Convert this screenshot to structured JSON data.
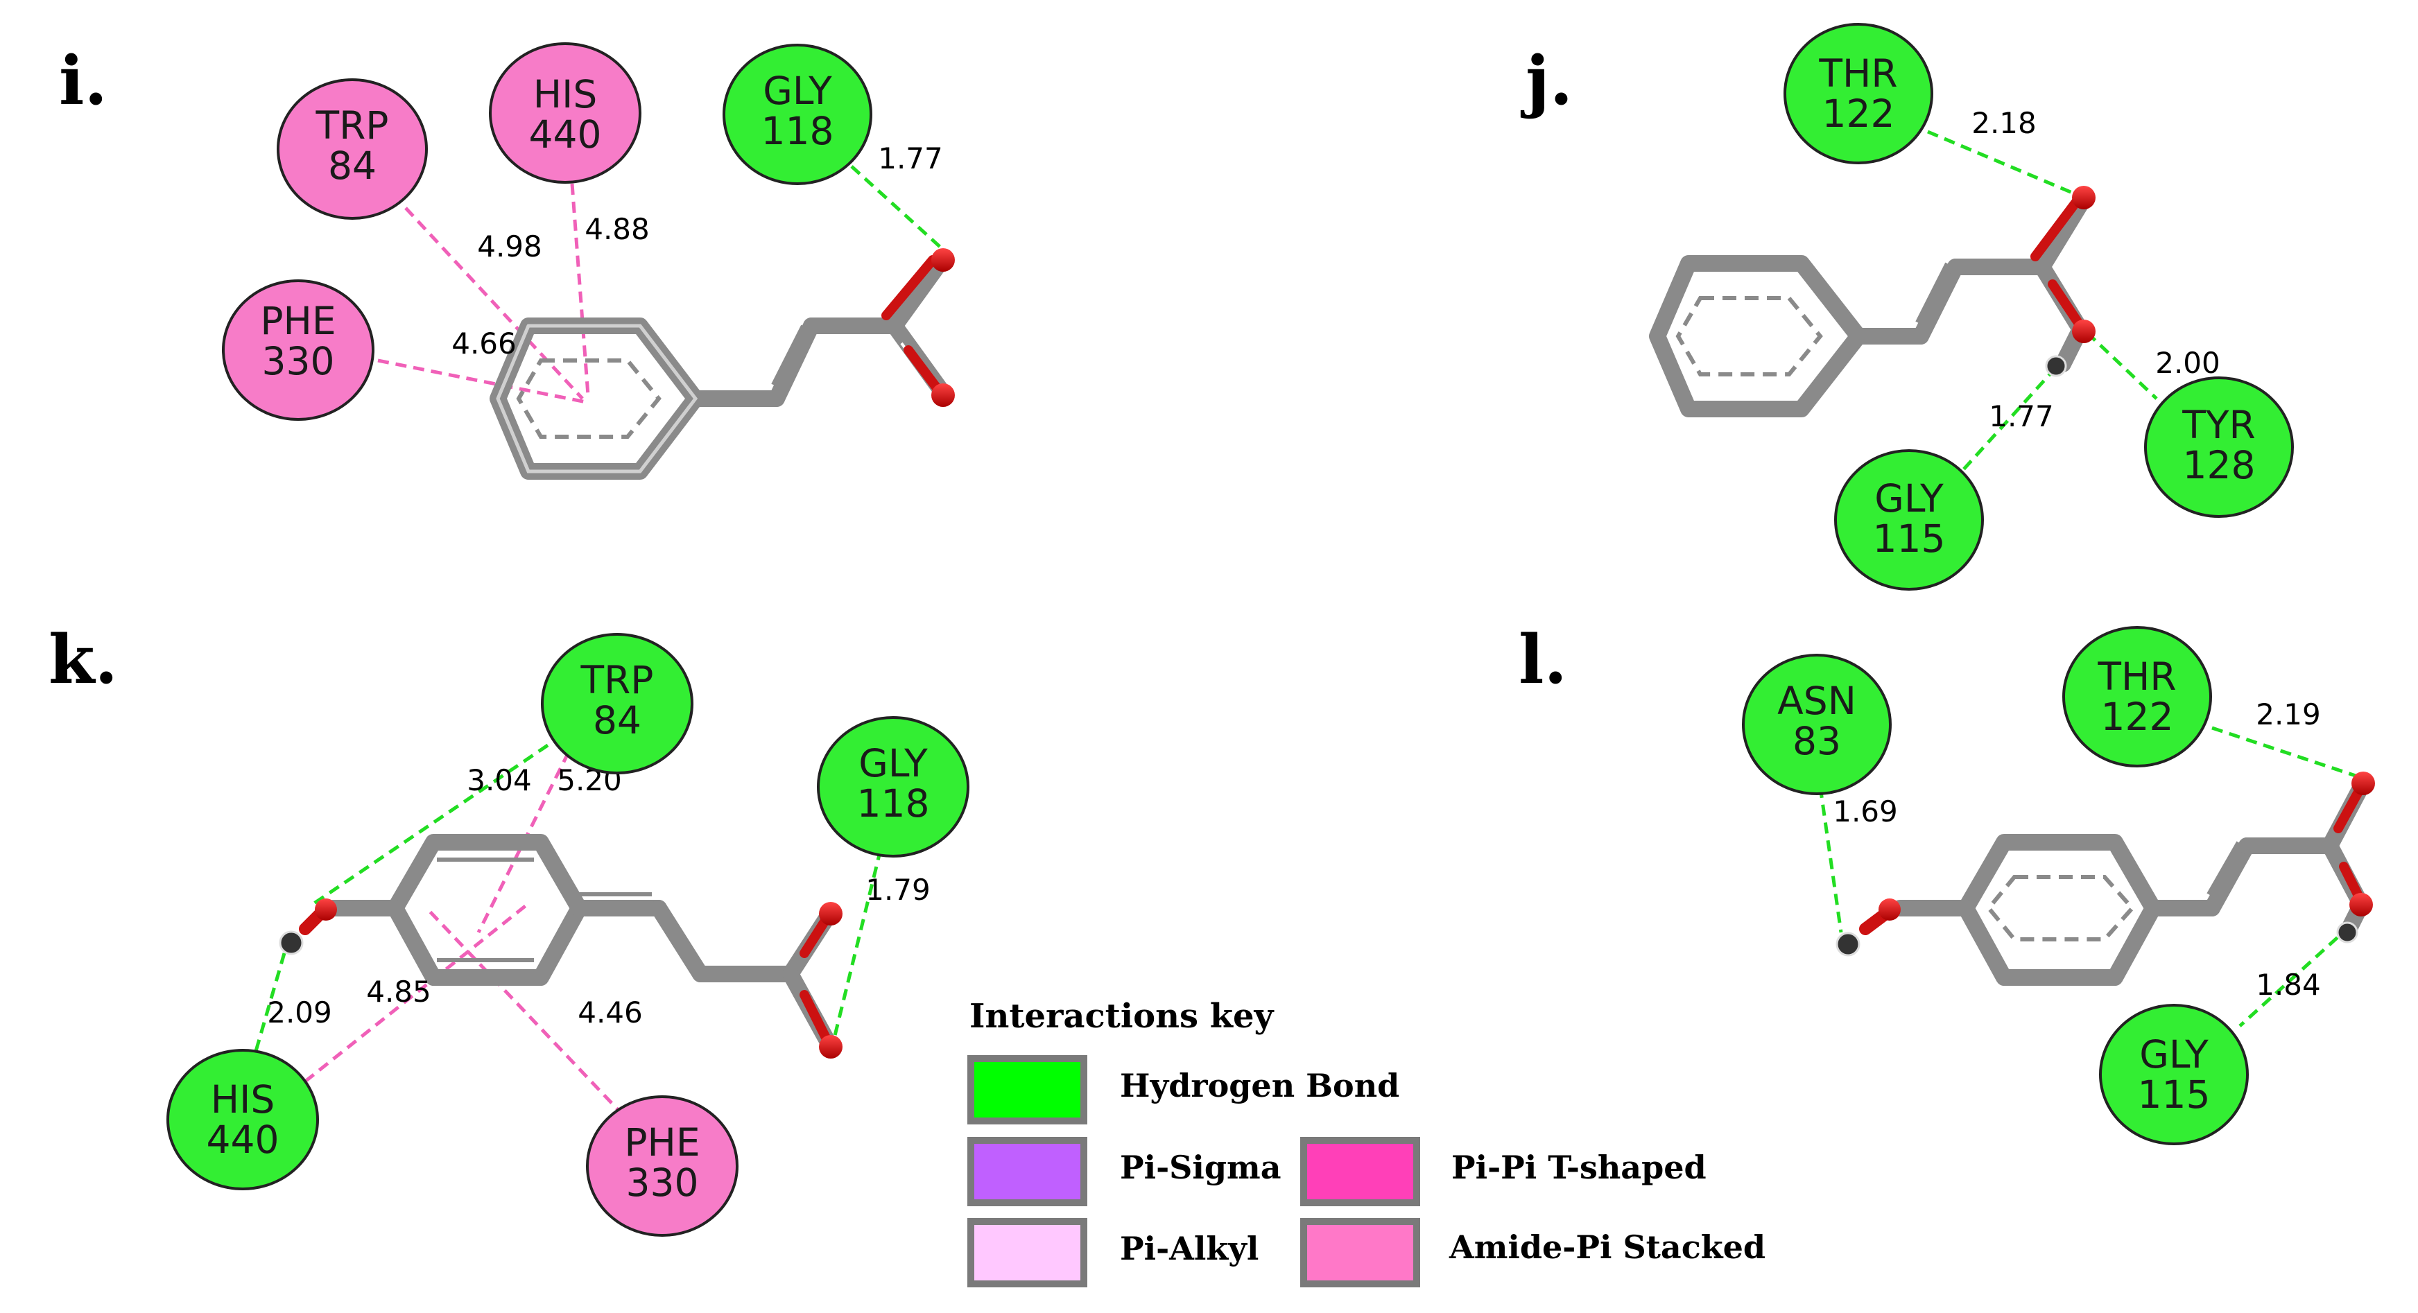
{
  "panels": {
    "i": {
      "label": "i.",
      "residues": [
        {
          "id": "trp84",
          "name": "TRP",
          "num": "84",
          "type": "pi_pi_t_shaped"
        },
        {
          "id": "his440",
          "name": "HIS",
          "num": "440",
          "type": "pi_pi_t_shaped"
        },
        {
          "id": "gly118",
          "name": "GLY",
          "num": "118",
          "type": "hydrogen_bond"
        },
        {
          "id": "phe330",
          "name": "PHE",
          "num": "330",
          "type": "pi_pi_t_shaped"
        }
      ],
      "distances": [
        "4.98",
        "4.88",
        "4.66",
        "1.77"
      ]
    },
    "j": {
      "label": "j.",
      "residues": [
        {
          "id": "thr122",
          "name": "THR",
          "num": "122",
          "type": "hydrogen_bond"
        },
        {
          "id": "tyr128",
          "name": "TYR",
          "num": "128",
          "type": "hydrogen_bond"
        },
        {
          "id": "gly115",
          "name": "GLY",
          "num": "115",
          "type": "hydrogen_bond"
        }
      ],
      "distances": [
        "2.18",
        "2.00",
        "1.77"
      ]
    },
    "k": {
      "label": "k.",
      "residues": [
        {
          "id": "trp84",
          "name": "TRP",
          "num": "84",
          "type": "hydrogen_bond"
        },
        {
          "id": "gly118",
          "name": "GLY",
          "num": "118",
          "type": "hydrogen_bond"
        },
        {
          "id": "his440",
          "name": "HIS",
          "num": "440",
          "type": "hydrogen_bond"
        },
        {
          "id": "phe330",
          "name": "PHE",
          "num": "330",
          "type": "pi_pi_t_shaped"
        }
      ],
      "distances": [
        "3.04",
        "5.20",
        "1.79",
        "2.09",
        "4.85",
        "4.46"
      ]
    },
    "l": {
      "label": "l.",
      "residues": [
        {
          "id": "asn83",
          "name": "ASN",
          "num": "83",
          "type": "hydrogen_bond"
        },
        {
          "id": "thr122",
          "name": "THR",
          "num": "122",
          "type": "hydrogen_bond"
        },
        {
          "id": "gly115",
          "name": "GLY",
          "num": "115",
          "type": "hydrogen_bond"
        }
      ],
      "distances": [
        "2.19",
        "1.69",
        "1.84"
      ]
    }
  },
  "key": {
    "title": "Interactions key",
    "items": [
      {
        "label": "Hydrogen Bond",
        "color": "#00ff00"
      },
      {
        "label": "Pi-Sigma",
        "color": "#c060ff"
      },
      {
        "label": "Pi-Pi T-shaped",
        "color": "#ff40b8"
      },
      {
        "label": "Pi-Alkyl",
        "color": "#ffc8ff"
      },
      {
        "label": "Amide-Pi Stacked",
        "color": "#ff78c8"
      }
    ]
  },
  "colors": {
    "hydrogen_bond_circle": "#33ee33",
    "pi_circle": "#f77cc8",
    "hbond_line": "#22dd22",
    "pi_line": "#f060b8",
    "bond": "#8a8a8a",
    "oxygen": "#dd1111"
  }
}
